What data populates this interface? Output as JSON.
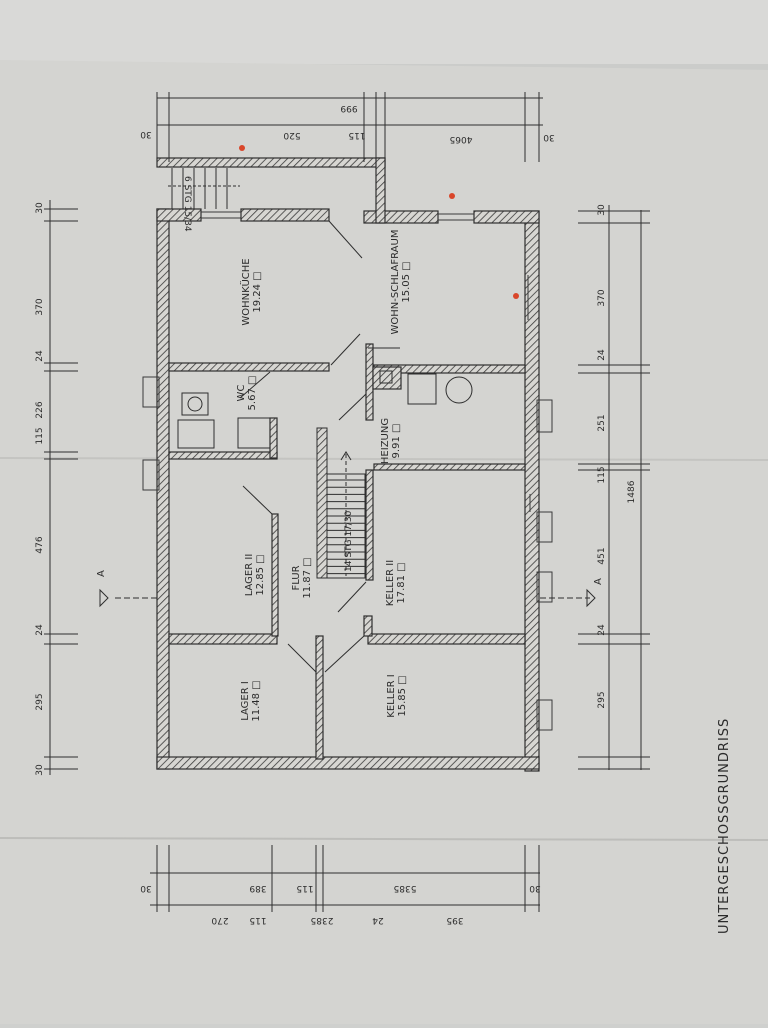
{
  "title": "UNTERGESCHOSSGRUNDRISS",
  "section_marker": "A",
  "stair_notes": {
    "main": "14 STG 17/30",
    "entrance": "6 STG 15/34"
  },
  "rooms": [
    {
      "id": "wohnkueche",
      "name": "WOHNKÜCHE",
      "area": "19.24"
    },
    {
      "id": "wohn-schlafraum",
      "name": "WOHN-SCHLAFRAUM",
      "area": "15.05"
    },
    {
      "id": "wc",
      "name": "WC",
      "area": "5.67"
    },
    {
      "id": "heizung",
      "name": "HEIZUNG",
      "area": "9.91"
    },
    {
      "id": "flur",
      "name": "FLUR",
      "area": "11.87"
    },
    {
      "id": "lager-2",
      "name": "LAGER II",
      "area": "12.85"
    },
    {
      "id": "keller-2",
      "name": "KELLER II",
      "area": "17.81"
    },
    {
      "id": "lager-1",
      "name": "LAGER I",
      "area": "11.48"
    },
    {
      "id": "keller-1",
      "name": "KELLER I",
      "area": "15.85"
    }
  ],
  "dims_left": [
    "30",
    "370",
    "24",
    "226",
    "115",
    "476",
    "24",
    "295",
    "30"
  ],
  "dims_right": [
    "30",
    "370",
    "24",
    "251",
    "115",
    "451",
    "24",
    "295"
  ],
  "dim_right_total": "1486",
  "dims_top": [
    "999",
    "30",
    "520",
    "115",
    "30",
    "4065"
  ],
  "dims_bottom_1": [
    "30",
    "389",
    "115",
    "5385",
    "30"
  ],
  "dims_bottom_2": [
    "115",
    "270",
    "2385",
    "24",
    "395"
  ]
}
